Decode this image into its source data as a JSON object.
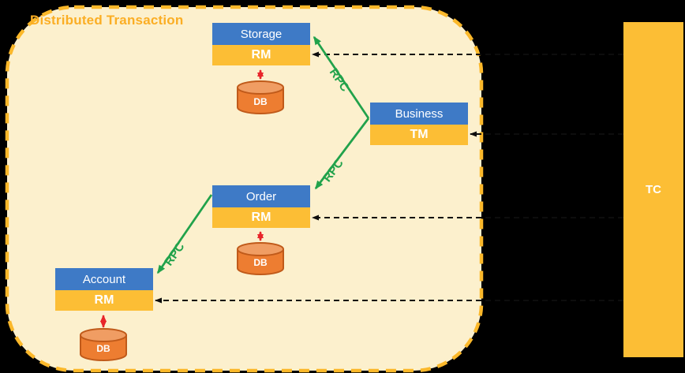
{
  "title": "Distributed Transaction",
  "coordinator": {
    "label": "TC"
  },
  "services": [
    {
      "name": "Storage",
      "manager": "RM",
      "db": "DB"
    },
    {
      "name": "Business",
      "manager": "TM"
    },
    {
      "name": "Order",
      "manager": "RM",
      "db": "DB"
    },
    {
      "name": "Account",
      "manager": "RM",
      "db": "DB"
    }
  ],
  "rpc_labels": [
    "RPC",
    "RPC",
    "RPC"
  ],
  "edges": [
    {
      "type": "rpc",
      "from": "Business",
      "to": "Storage",
      "label": "RPC"
    },
    {
      "type": "rpc",
      "from": "Business",
      "to": "Order",
      "label": "RPC"
    },
    {
      "type": "rpc",
      "from": "Order",
      "to": "Account",
      "label": "RPC"
    },
    {
      "type": "tc-link",
      "from": "TC",
      "to": "Storage RM"
    },
    {
      "type": "tc-link",
      "from": "TC",
      "to": "Business TM"
    },
    {
      "type": "tc-link",
      "from": "TC",
      "to": "Order RM"
    },
    {
      "type": "tc-link",
      "from": "TC",
      "to": "Account RM"
    },
    {
      "type": "db-link",
      "from": "Storage RM",
      "to": "DB"
    },
    {
      "type": "db-link",
      "from": "Order RM",
      "to": "DB"
    },
    {
      "type": "db-link",
      "from": "Account RM",
      "to": "DB"
    }
  ],
  "colors": {
    "background": "#000000",
    "panel_fill": "#FCF0CD",
    "panel_border": "#FBB82A",
    "title_text": "#FBAE24",
    "service_header_blue": "#3E7AC6",
    "manager_gold": "#FCBE35",
    "coordinator_gold": "#FCBE35",
    "rpc_green": "#21A24B",
    "db_link_red": "#E8252A",
    "tc_link_black": "#0D0D0D",
    "db_fill": "#ED7D31",
    "db_top_fill": "#F09D63",
    "db_border": "#C05A1A"
  }
}
